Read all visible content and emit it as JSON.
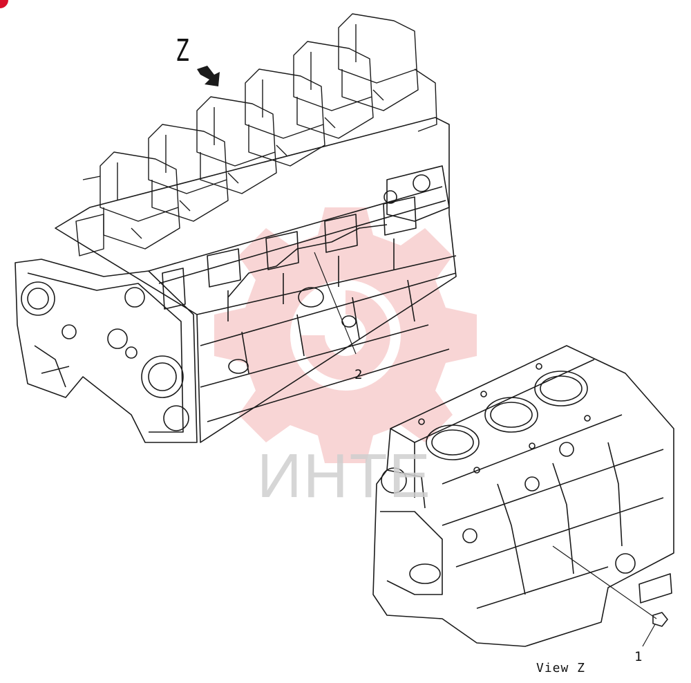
{
  "diagram": {
    "view_marker": "Z",
    "callouts": [
      {
        "id": "1",
        "text": "1"
      },
      {
        "id": "2",
        "text": "2"
      }
    ],
    "view_caption": "View Z"
  },
  "watermark": {
    "text": "ИНТЕ",
    "color": "#f3b7b7"
  },
  "colors": {
    "line": "#1a1a1a",
    "accent": "#d8102a"
  }
}
